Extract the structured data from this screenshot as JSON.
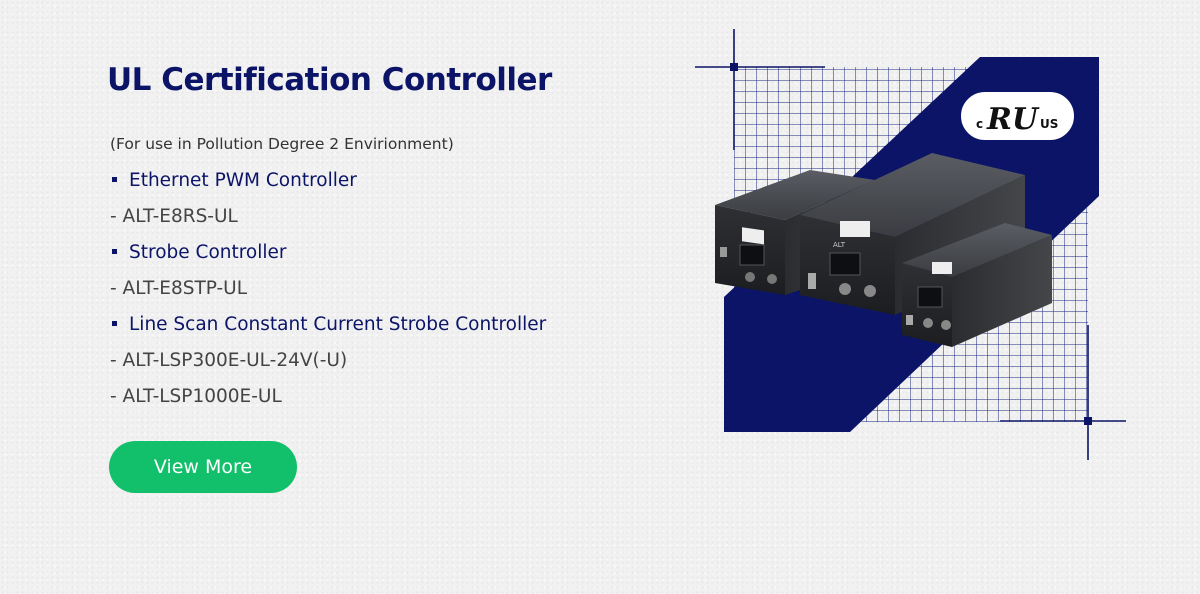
{
  "header": {
    "title": "UL Certification Controller",
    "subtitle": "(For use in Pollution Degree 2 Envirionment)"
  },
  "products": [
    {
      "kind": "category",
      "text": "Ethernet PWM Controller"
    },
    {
      "kind": "model",
      "text": "- ALT-E8RS-UL"
    },
    {
      "kind": "category",
      "text": "Strobe Controller"
    },
    {
      "kind": "model",
      "text": "- ALT-E8STP-UL"
    },
    {
      "kind": "category",
      "text": "Line Scan Constant Current Strobe Controller"
    },
    {
      "kind": "model",
      "text": "- ALT-LSP300E-UL-24V(-U)"
    },
    {
      "kind": "model",
      "text": "- ALT-LSP1000E-UL"
    }
  ],
  "cta": {
    "label": "View More"
  },
  "badge": {
    "left": "c",
    "mark": "RU",
    "right": "US"
  },
  "device_brand": "ALT",
  "colors": {
    "navy": "#0b1466",
    "green": "#12bf6a",
    "background": "#f1f1f1"
  },
  "icons": {
    "bullet": "square-bullet-icon",
    "certification": "ul-certification-badge",
    "product_image": "controller-devices-image"
  }
}
